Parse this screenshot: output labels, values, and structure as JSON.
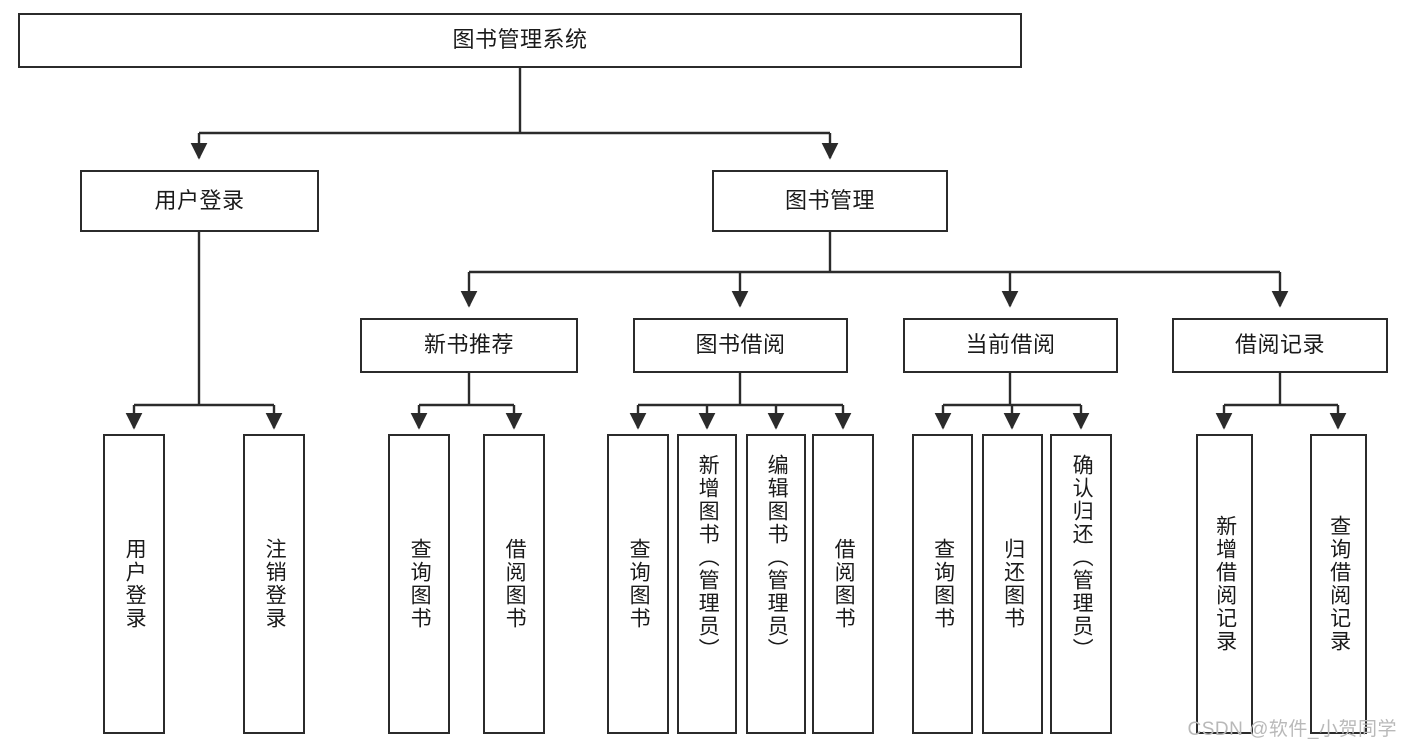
{
  "diagram": {
    "type": "tree-hierarchy",
    "title": "图书管理系统",
    "root": {
      "id": "root",
      "label": "图书管理系统"
    },
    "level2": [
      {
        "id": "user-login",
        "label": "用户登录"
      },
      {
        "id": "book-manage",
        "label": "图书管理"
      }
    ],
    "level3": [
      {
        "id": "new-book-recommend",
        "label": "新书推荐"
      },
      {
        "id": "book-borrow",
        "label": "图书借阅"
      },
      {
        "id": "current-borrow",
        "label": "当前借阅"
      },
      {
        "id": "borrow-record",
        "label": "借阅记录"
      }
    ],
    "leaves": {
      "user_login": [
        {
          "id": "leaf-user-login",
          "label": "用户登录"
        },
        {
          "id": "leaf-logout",
          "label": "注销登录"
        }
      ],
      "new_book_recommend": [
        {
          "id": "leaf-query-book-1",
          "label": "查询图书"
        },
        {
          "id": "leaf-borrow-book-1",
          "label": "借阅图书"
        }
      ],
      "book_borrow": [
        {
          "id": "leaf-query-book-2",
          "label": "查询图书"
        },
        {
          "id": "leaf-add-book",
          "label": "新增图书（管理员）"
        },
        {
          "id": "leaf-edit-book",
          "label": "编辑图书（管理员）"
        },
        {
          "id": "leaf-borrow-book-2",
          "label": "借阅图书"
        }
      ],
      "current_borrow": [
        {
          "id": "leaf-query-book-3",
          "label": "查询图书"
        },
        {
          "id": "leaf-return-book",
          "label": "归还图书"
        },
        {
          "id": "leaf-confirm-return",
          "label": "确认归还（管理员）"
        }
      ],
      "borrow_record": [
        {
          "id": "leaf-add-record",
          "label": "新增借阅记录"
        },
        {
          "id": "leaf-query-record",
          "label": "查询借阅记录"
        }
      ]
    }
  },
  "watermark": {
    "text": "CSDN @软件_小贺同学"
  },
  "colors": {
    "stroke": "#2b2b2b",
    "fill": "#ffffff",
    "text": "#1a1a1a",
    "watermark": "#b9b9b9"
  }
}
